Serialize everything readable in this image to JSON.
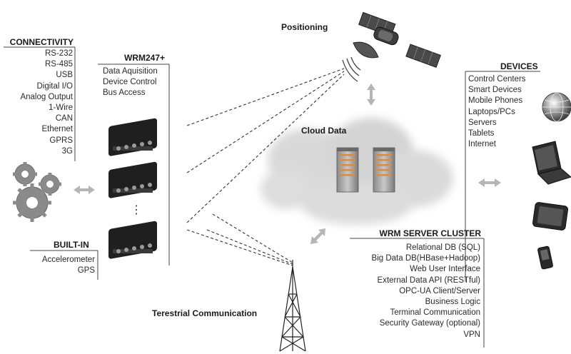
{
  "connectivity": {
    "title": "CONNECTIVITY",
    "items": [
      "RS-232",
      "RS-485",
      "USB",
      "Digital I/O",
      "Analog Output",
      "1-Wire",
      "CAN",
      "Ethernet",
      "GPRS",
      "3G"
    ]
  },
  "wrm247": {
    "title": "WRM247+",
    "items": [
      "Data Aquisition",
      "Device Control",
      "Bus Access"
    ],
    "ellipsis": "⋮"
  },
  "builtin": {
    "title": "BUILT-IN",
    "items": [
      "Accelerometer",
      "GPS"
    ]
  },
  "positioning": {
    "label": "Positioning"
  },
  "cloud": {
    "label": "Cloud Data"
  },
  "terrestrial": {
    "label": "Terestrial Communication"
  },
  "devices": {
    "title": "DEVICES",
    "items": [
      "Control Centers",
      "Smart Devices",
      "Mobile Phones",
      "Laptops/PCs",
      "Servers",
      "Tablets",
      "Internet"
    ]
  },
  "server_cluster": {
    "title": "WRM SERVER CLUSTER",
    "items": [
      "Relational DB (SQL)",
      "Big Data DB(HBase+Hadoop)",
      "Web User Interface",
      "External Data API (RESTful)",
      "OPC-UA Client/Server",
      "Business Logic",
      "Terminal Communication",
      "Security Gateway (optional)",
      "VPN"
    ]
  },
  "colors": {
    "line": "#333333",
    "arrow": "#b5b5b5",
    "cloud": "#d9d9d9",
    "gear": "#8a8a8a",
    "server_stripe": "#e08a3c"
  }
}
